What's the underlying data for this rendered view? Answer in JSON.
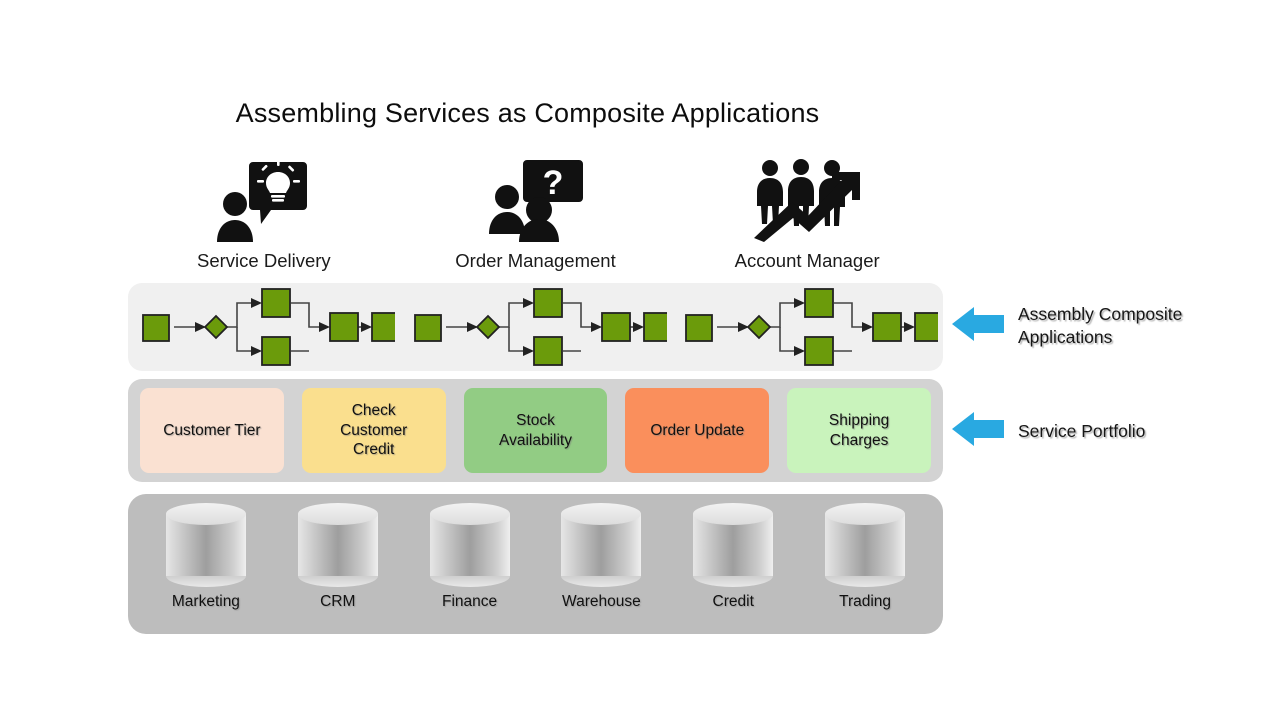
{
  "title": "Assembling Services as Composite Applications",
  "actors": [
    {
      "label": "Service Delivery",
      "icon": "person-lightbulb-speech-bubble-icon"
    },
    {
      "label": "Order Management",
      "icon": "two-people-question-speech-bubble-icon"
    },
    {
      "label": "Account Manager",
      "icon": "three-people-growth-arrow-icon"
    }
  ],
  "flows": [
    {
      "name": "service-delivery-process-flow"
    },
    {
      "name": "order-management-process-flow"
    },
    {
      "name": "account-manager-process-flow"
    }
  ],
  "services": [
    {
      "label": "Customer Tier",
      "color": "#fae1d2"
    },
    {
      "label": "Check\nCustomer\nCredit",
      "color": "#fadf8e"
    },
    {
      "label": "Stock\nAvailability",
      "color": "#92cc84"
    },
    {
      "label": "Order Update",
      "color": "#fa8f5c"
    },
    {
      "label": "Shipping\nCharges",
      "color": "#c9f3bc"
    }
  ],
  "systems": [
    {
      "label": "Marketing"
    },
    {
      "label": "CRM"
    },
    {
      "label": "Finance"
    },
    {
      "label": "Warehouse"
    },
    {
      "label": "Credit"
    },
    {
      "label": "Trading"
    }
  ],
  "callouts": [
    {
      "text": "Assembly Composite\nApplications",
      "icon": "left-arrow-icon",
      "color": "#29a9e1"
    },
    {
      "text": "Service Portfolio",
      "icon": "left-arrow-icon",
      "color": "#29a9e1"
    }
  ],
  "colors": {
    "node_green": "#6b9b0b",
    "node_border": "#222222",
    "band_assembly": "#f0f0f0",
    "band_portfolio": "#d3d3d3",
    "band_systems": "#bdbdbd",
    "arrow_blue": "#29a9e1",
    "background": "#ffffff"
  }
}
